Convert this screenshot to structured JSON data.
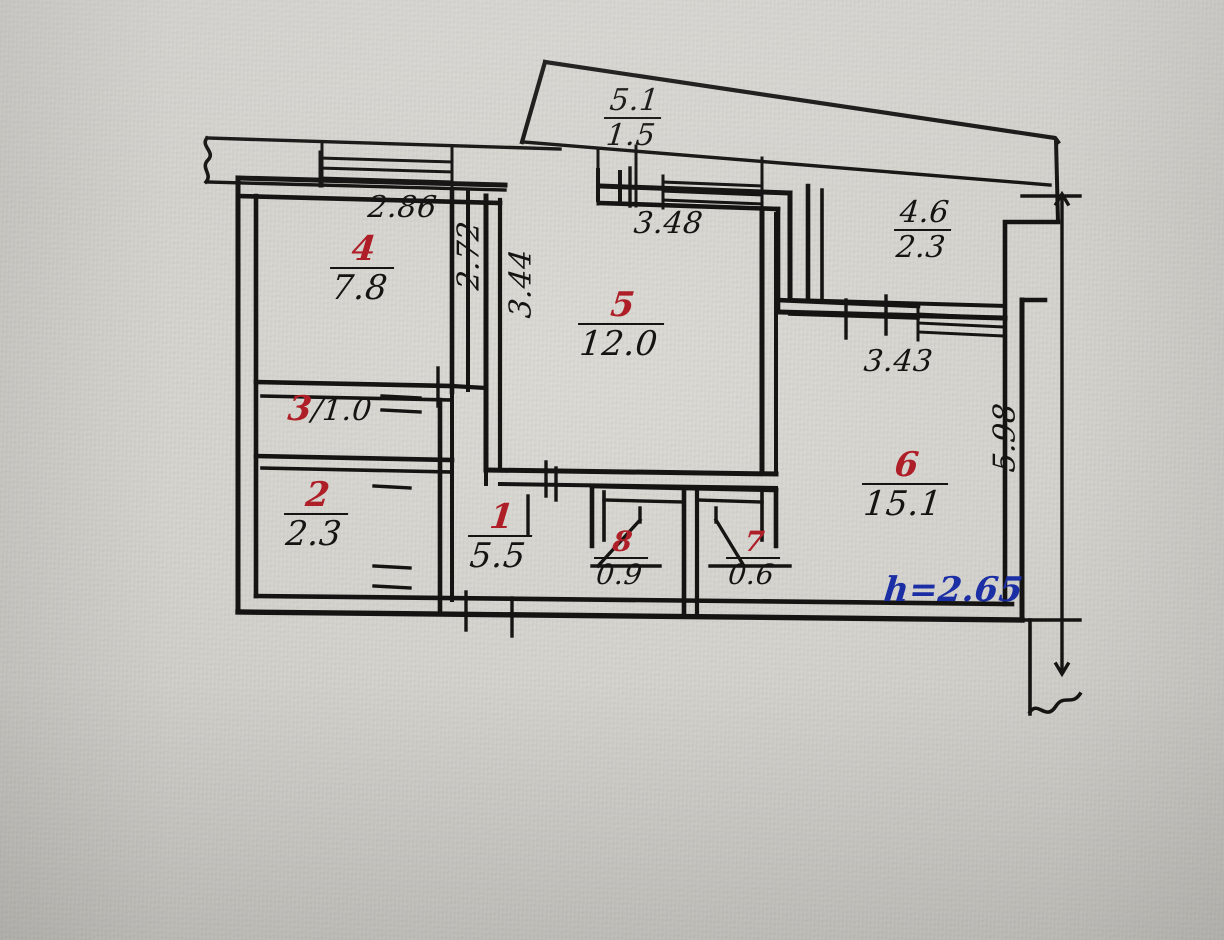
{
  "document": {
    "kind": "apartment-floor-plan",
    "ceiling_height_note": "h=2.65"
  },
  "colors": {
    "ink": "#151413",
    "room_number": "#b21f28",
    "ceiling_note": "#1b2fa8",
    "paper": "#d7d5d0"
  },
  "rooms": [
    {
      "id": "room-1",
      "number": "1",
      "area": "5.5"
    },
    {
      "id": "room-2",
      "number": "2",
      "area": "2.3"
    },
    {
      "id": "room-3",
      "number": "3",
      "area": "1.0",
      "inline": true,
      "separator": "/"
    },
    {
      "id": "room-4",
      "number": "4",
      "area": "7.8"
    },
    {
      "id": "room-5",
      "number": "5",
      "area": "12.0"
    },
    {
      "id": "room-6",
      "number": "6",
      "area": "15.1"
    },
    {
      "id": "room-7",
      "number": "7",
      "area": "0.6"
    },
    {
      "id": "room-8",
      "number": "8",
      "area": "0.9"
    },
    {
      "id": "balcony",
      "number": "5.1",
      "area": "1.5"
    }
  ],
  "dimensions": {
    "top_left_wall": "2.86",
    "top_mid_wall": "3.48",
    "room4_depth": "2.72",
    "room5_depth": "3.44",
    "right_upper_wall": "4.6",
    "right_upper_wall_sub": "2.3",
    "room6_top_wall": "3.43",
    "right_total_height": "5.98"
  },
  "notes": {
    "ceiling_height": "h=2.65"
  }
}
